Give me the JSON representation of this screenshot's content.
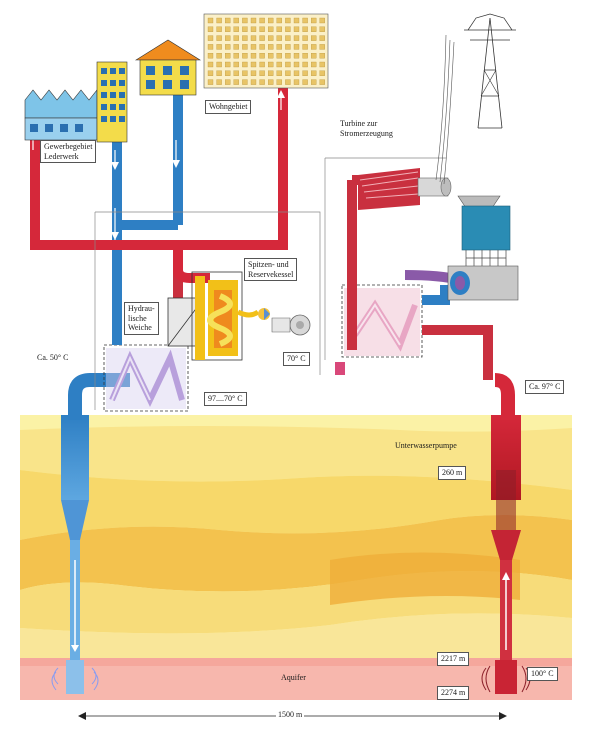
{
  "labels": {
    "gewerbe": "Gewerbegebiet\nLederwerk",
    "wohngebiet": "Wohngebiet",
    "turbine": "Turbine zur\nStromerzeugung",
    "kessel": "Spitzen- und\nReservekessel",
    "weiche": "Hydrau-\nlische\nWeiche",
    "t50": "Ca. 50° C",
    "t70": "70° C",
    "t97_70": "97....70° C",
    "t97": "Ca. 97° C",
    "pumpe": "Unterwasserpumpe",
    "d260": "260 m",
    "d2217": "2217 m",
    "d2274": "2274 m",
    "t100": "100° C",
    "aquifer": "Aquifer",
    "distance": "1500 m"
  },
  "colors": {
    "hot": "#d5283a",
    "cold": "#2e7fc4",
    "warm": "#d9487a",
    "mixed": "#9a5aa8",
    "boiler": "#f2c018",
    "boiler_inner": "#ef8a1e",
    "ground_light": "#fbf2a6",
    "ground_mid": "#f7d86a",
    "ground_dark": "#f0b840",
    "aquifer": "#f7b7ad"
  },
  "icons": [
    "factory-icon",
    "apartment-icon",
    "house-icon",
    "highrise-icon",
    "power-pylon-icon",
    "cooling-tower-icon",
    "turbine-icon",
    "boiler-flame-icon",
    "pump-icon"
  ]
}
